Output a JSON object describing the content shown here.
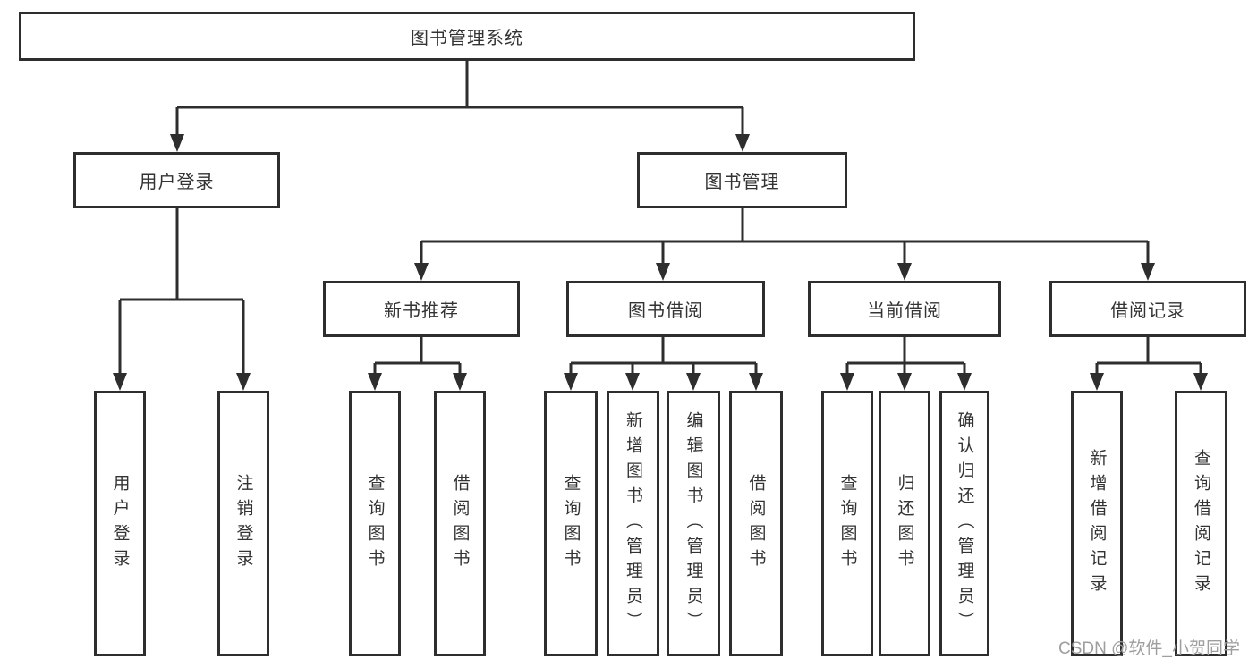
{
  "colors": {
    "line": "#2e2e2e",
    "text": "#333333",
    "background": "#ffffff",
    "watermark": "#9e9e9e"
  },
  "watermark": "CSDN @软件_小贺同学",
  "tree": {
    "label": "图书管理系统",
    "children": [
      {
        "label": "用户登录",
        "children": [
          {
            "label": "用户登录"
          },
          {
            "label": "注销登录"
          }
        ]
      },
      {
        "label": "图书管理",
        "children": [
          {
            "label": "新书推荐",
            "children": [
              {
                "label": "查询图书"
              },
              {
                "label": "借阅图书"
              }
            ]
          },
          {
            "label": "图书借阅",
            "children": [
              {
                "label": "查询图书"
              },
              {
                "label": "新增图书（管理员）"
              },
              {
                "label": "编辑图书（管理员）"
              },
              {
                "label": "借阅图书"
              }
            ]
          },
          {
            "label": "当前借阅",
            "children": [
              {
                "label": "查询图书"
              },
              {
                "label": "归还图书"
              },
              {
                "label": "确认归还（管理员）"
              }
            ]
          },
          {
            "label": "借阅记录",
            "children": [
              {
                "label": "新增借阅记录"
              },
              {
                "label": "查询借阅记录"
              }
            ]
          }
        ]
      }
    ]
  }
}
